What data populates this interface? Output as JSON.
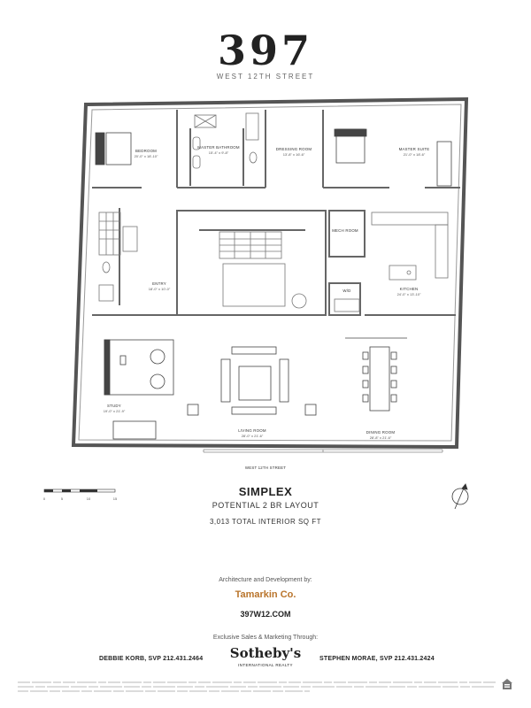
{
  "header": {
    "building_number": "397",
    "street": "WEST 12TH STREET"
  },
  "plan": {
    "title": "SIMPLEX",
    "subtitle": "POTENTIAL 2 BR LAYOUT",
    "area": "3,013 TOTAL INTERIOR SQ FT",
    "street_label": "WEST 12TH STREET",
    "rooms": [
      {
        "name": "BEDROOM",
        "dims": "20'-0\" x 18'-10\""
      },
      {
        "name": "MASTER BATHROOM",
        "dims": "15'-4\" x 9'-8\""
      },
      {
        "name": "DRESSING ROOM",
        "dims": "13'-8\" x 16'-6\""
      },
      {
        "name": "MASTER SUITE",
        "dims": "21'-0\" x 18'-6\""
      },
      {
        "name": "MECH ROOM",
        "dims": ""
      },
      {
        "name": "ENTRY",
        "dims": "18'-0\" x 10'-0\""
      },
      {
        "name": "W/D",
        "dims": ""
      },
      {
        "name": "KITCHEN",
        "dims": "24'-0\" x 13'-10\""
      },
      {
        "name": "STUDY",
        "dims": "19'-0\" x 21'-9\""
      },
      {
        "name": "LIVING ROOM",
        "dims": "28'-0\" x 21'-6\""
      },
      {
        "name": "DINING ROOM",
        "dims": "28'-8\" x 21'-6\""
      }
    ],
    "scale_labels": [
      "0",
      "5",
      "10",
      "15"
    ]
  },
  "credits": {
    "arch_label": "Architecture and Development by:",
    "arch_firm": "Tamarkin Co.",
    "website": "397W12.COM",
    "sales_label": "Exclusive Sales & Marketing Through:",
    "agent_left": "DEBBIE KORB, SVP 212.431.2464",
    "agent_right": "STEPHEN MORAE, SVP 212.431.2424",
    "brokerage": "Sotheby's",
    "brokerage_sub": "INTERNATIONAL REALTY"
  },
  "colors": {
    "wall": "#555555",
    "wall_light": "#9a9a9a",
    "accent": "#b9742b"
  },
  "icons": {
    "compass": "north-arrow-icon",
    "equal_housing": "equal-housing-icon"
  }
}
